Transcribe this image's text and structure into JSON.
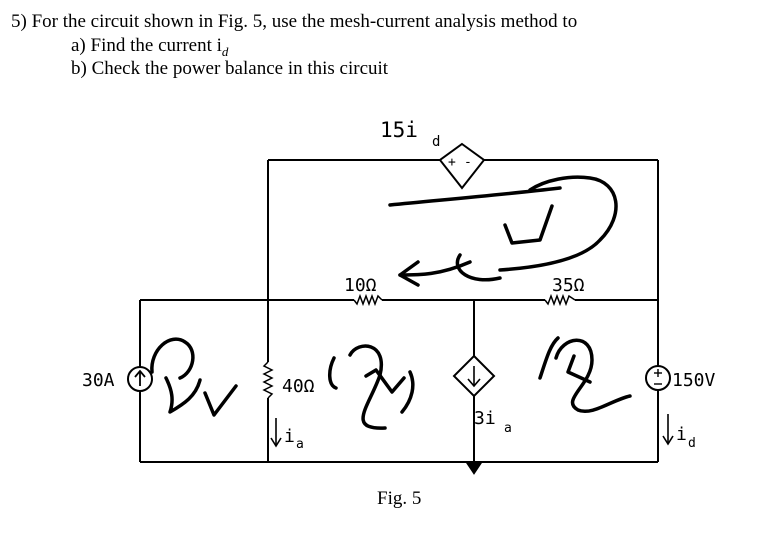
{
  "problem": {
    "prompt": "5) For the circuit shown in Fig. 5, use the mesh-current analysis method to",
    "part_a": "a) Find the current i",
    "part_a_sub": "d",
    "part_b": "b) Check the power balance in this circuit"
  },
  "circuit": {
    "dependent_vsource_label": "15i",
    "dependent_vsource_sub": "d",
    "dependent_vsource_plus": "+",
    "dependent_vsource_minus": "-",
    "r10_label": "10Ω",
    "r35_label": "35Ω",
    "r40_label": "40Ω",
    "isource_label": "30A",
    "vsource_label": "150V",
    "dep_isource_label": "3i",
    "dep_isource_sub": "a",
    "ia_label": "i",
    "ia_sub": "a",
    "id_label": "i",
    "id_sub": "d"
  },
  "caption": "Fig. 5",
  "colors": {
    "ink": "#000000",
    "background": "#ffffff"
  }
}
